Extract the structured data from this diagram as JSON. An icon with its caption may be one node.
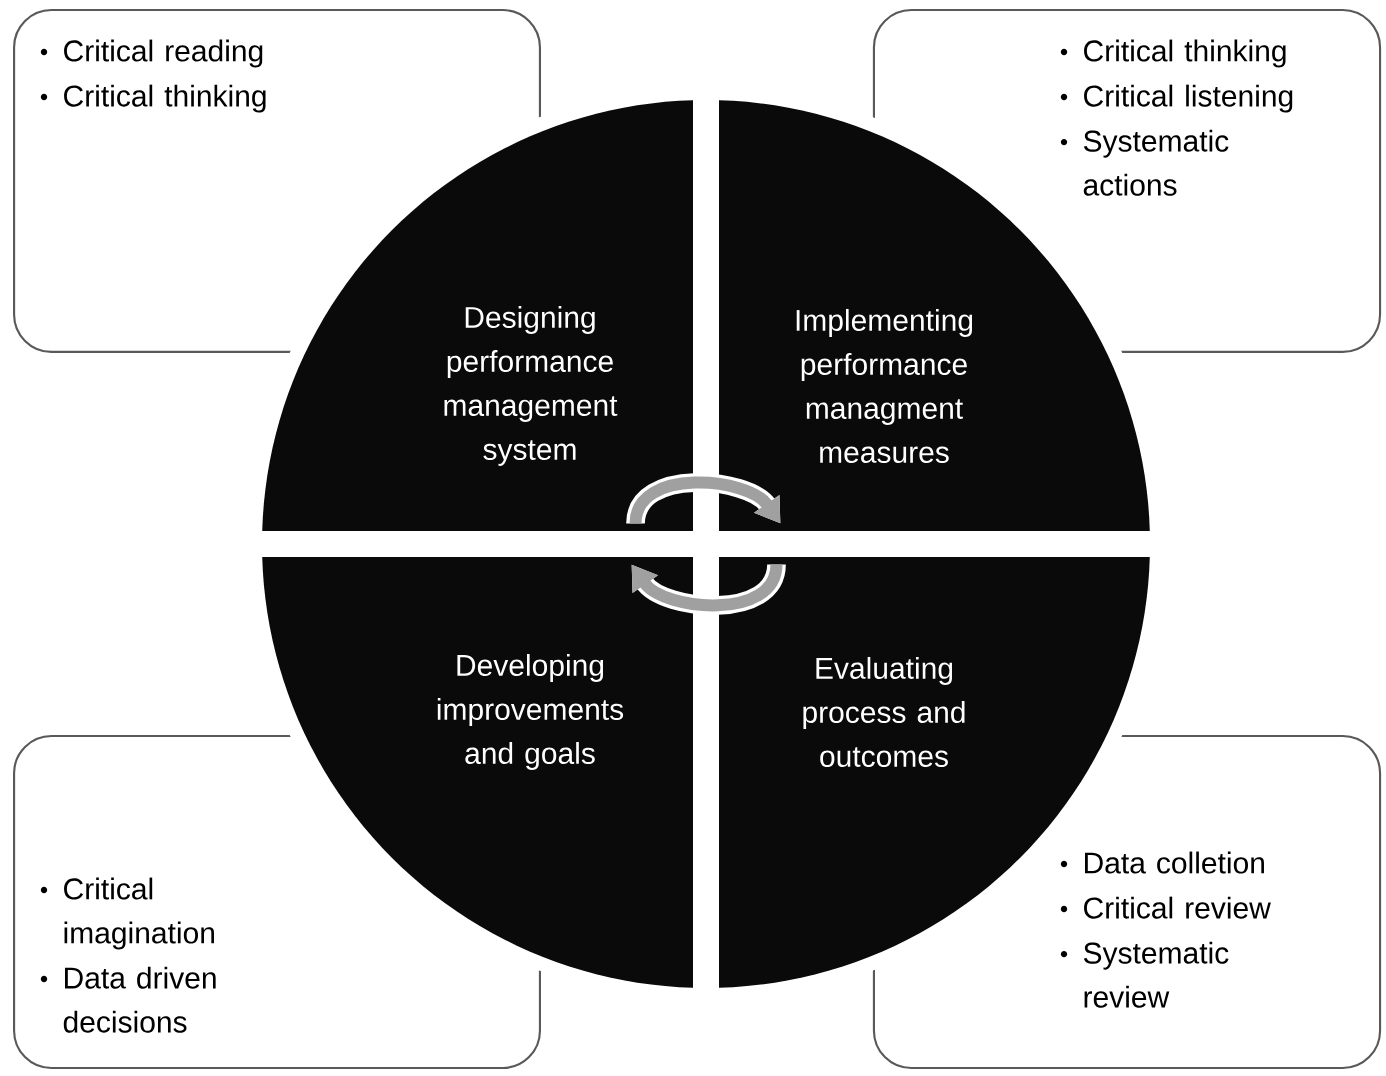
{
  "diagram": {
    "nodes": [
      {
        "text": [
          "Critical reading",
          "Critical thinking"
        ]
      },
      {
        "text": [
          "Critical thinking",
          "Critical listening",
          "Systematic actions"
        ]
      },
      {
        "text": [
          "Designing performance management system"
        ]
      },
      {
        "text": [
          "Implementing performance managment measures"
        ]
      },
      {
        "text": [
          "Developing improvements and goals"
        ]
      },
      {
        "text": [
          "Evaluating process and outcomes"
        ]
      },
      {
        "text": [
          "Critical imagination",
          "Data driven decisions"
        ]
      },
      {
        "text": [
          "Data colletion",
          "Critical review",
          "Systematic review"
        ]
      }
    ],
    "edges": [
      {
        "from": 2,
        "to": 3,
        "arrow": "to"
      },
      {
        "from": 5,
        "to": 4,
        "arrow": "to"
      }
    ]
  }
}
